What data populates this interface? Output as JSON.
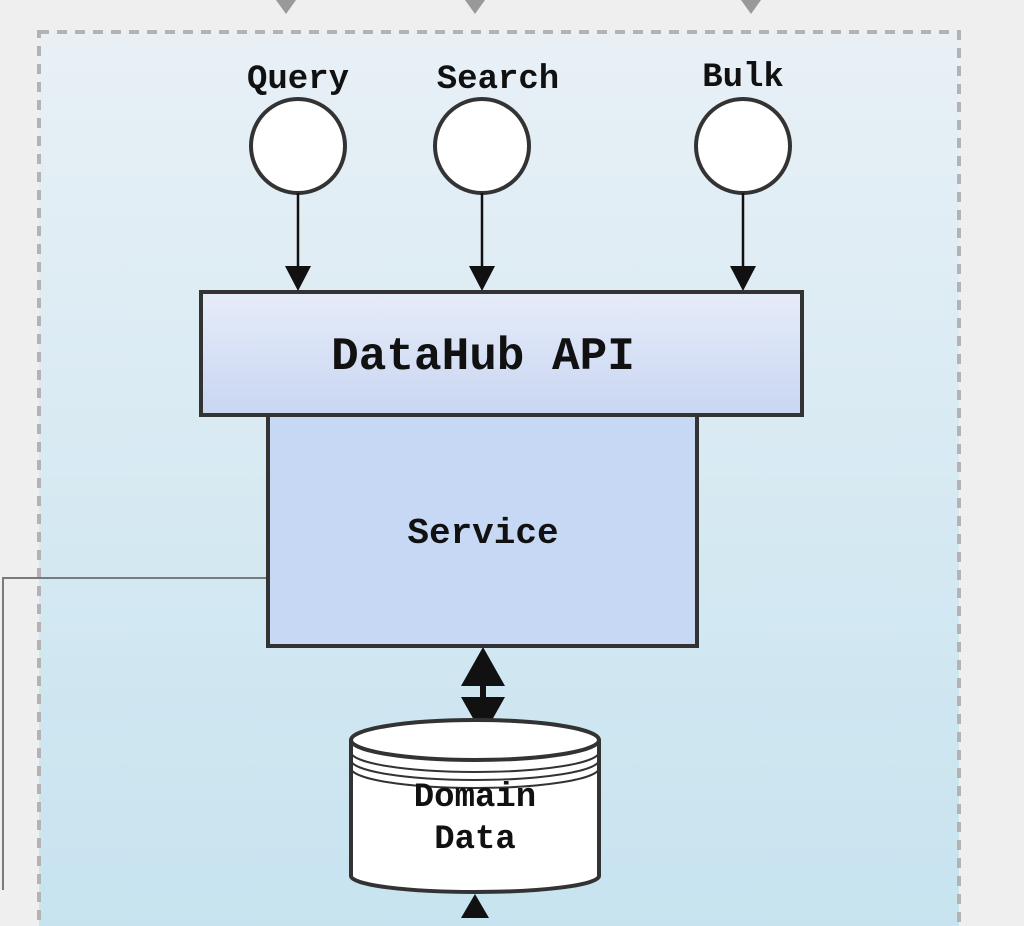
{
  "inputs": [
    {
      "label": "Query"
    },
    {
      "label": "Search"
    },
    {
      "label": "Bulk"
    }
  ],
  "api": {
    "label": "DataHub API"
  },
  "service": {
    "label": "Service"
  },
  "database": {
    "line1": "Domain",
    "line2": "Data"
  },
  "colors": {
    "page_background": "#efefef",
    "zone_gradient_top": "#e8f0f6",
    "zone_gradient_bottom": "#c6e3ef",
    "zone_border": "#b3b3b3",
    "api_fill_top": "#e6ecf9",
    "api_fill_bottom": "#c9d6f2",
    "service_fill": "#c7d8f5",
    "stroke": "#333333",
    "connector": "#7a7a7a"
  }
}
